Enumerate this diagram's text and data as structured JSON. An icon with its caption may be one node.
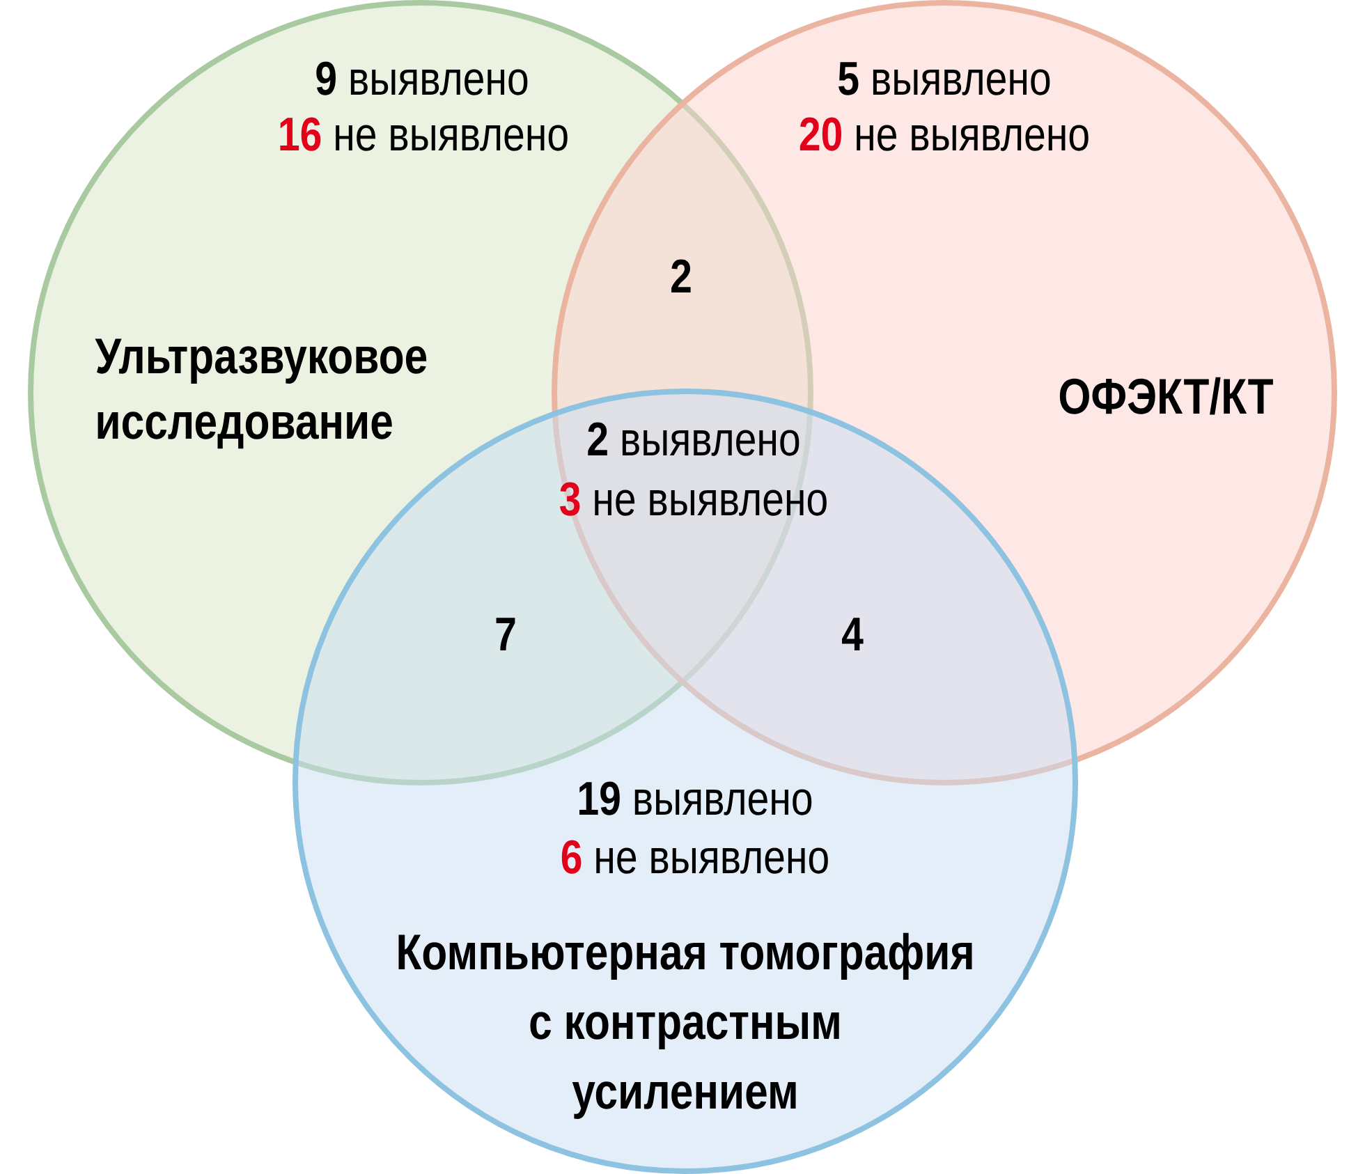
{
  "diagram": {
    "nodes": [
      {
        "text": [
          "**9** выявлено",
          "**16** не выявлено",
          "Ультразвуковое исследование"
        ]
      },
      {
        "text": [
          "**5** выявлено",
          "**20** не выявлено",
          "ОФЭКТ/КТ"
        ]
      },
      {
        "text": [
          "**19** выявлено",
          "**6** не выявлено",
          "Компьютерная томография с контрастным усилением"
        ]
      }
    ],
    "labels": [
      "2",
      "**2** выявлено",
      "**3** не выявлено",
      "7",
      "4"
    ]
  }
}
